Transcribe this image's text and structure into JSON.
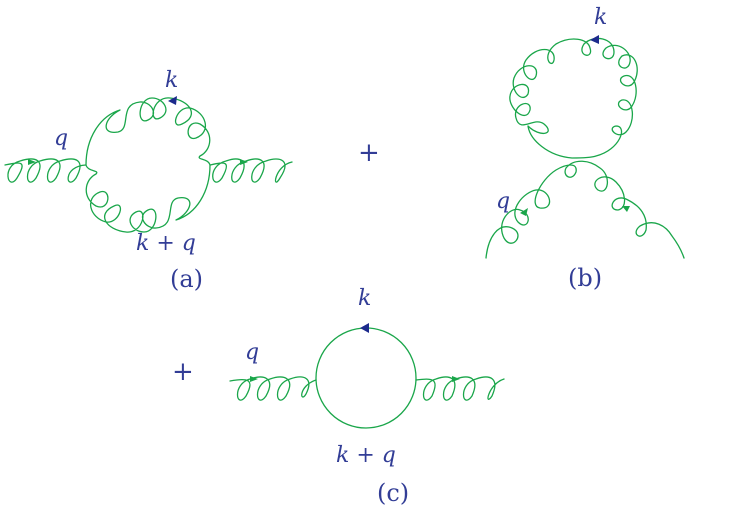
{
  "diagram": {
    "a": {
      "momentum_in": "q",
      "loop_top": "k",
      "loop_bottom": "k + q",
      "caption": "(a)"
    },
    "plus_ab": "+",
    "b": {
      "momentum_in": "q",
      "loop_top": "k",
      "caption": "(b)"
    },
    "plus_c": "+",
    "c": {
      "momentum_in": "q",
      "loop_top": "k",
      "loop_bottom": "k + q",
      "caption": "(c)"
    }
  },
  "colors": {
    "gluon": "#1aa64a",
    "text": "#323d96",
    "arrow_on_loop": "#1c2a8c"
  }
}
